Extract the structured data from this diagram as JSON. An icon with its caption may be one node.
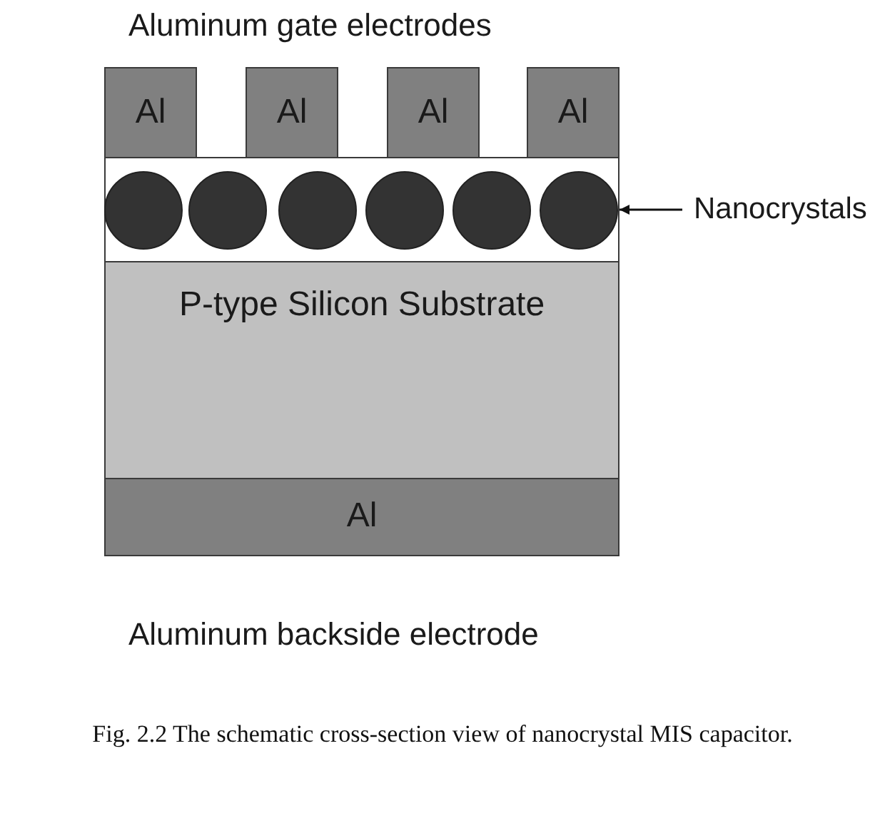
{
  "diagram": {
    "caption": "Fig. 2.2 The schematic cross-section view of nanocrystal MIS capacitor.",
    "nodes": [
      {
        "text": [
          "Al"
        ]
      },
      {
        "text": [
          "Al"
        ]
      },
      {
        "text": [
          "Al"
        ]
      },
      {
        "text": [
          "Al"
        ]
      },
      {
        "text": [],
        "shape": "box"
      },
      {
        "text": [],
        "shape": "circle",
        "in": 4
      },
      {
        "text": [],
        "shape": "circle",
        "in": 4
      },
      {
        "text": [],
        "shape": "circle",
        "in": 4
      },
      {
        "text": [],
        "shape": "circle",
        "in": 4
      },
      {
        "text": [],
        "shape": "circle",
        "in": 4
      },
      {
        "text": [],
        "shape": "circle",
        "in": 4
      },
      {
        "text": [
          "Nanocrystals"
        ]
      },
      {
        "text": [
          "P-type Silicon Substrate"
        ]
      },
      {
        "text": [
          "Al"
        ]
      }
    ],
    "edges": [
      {
        "from": 11,
        "to": 4,
        "arrow": "to"
      }
    ],
    "labels": [
      "Aluminum gate electrodes",
      "Aluminum backside electrode"
    ]
  }
}
